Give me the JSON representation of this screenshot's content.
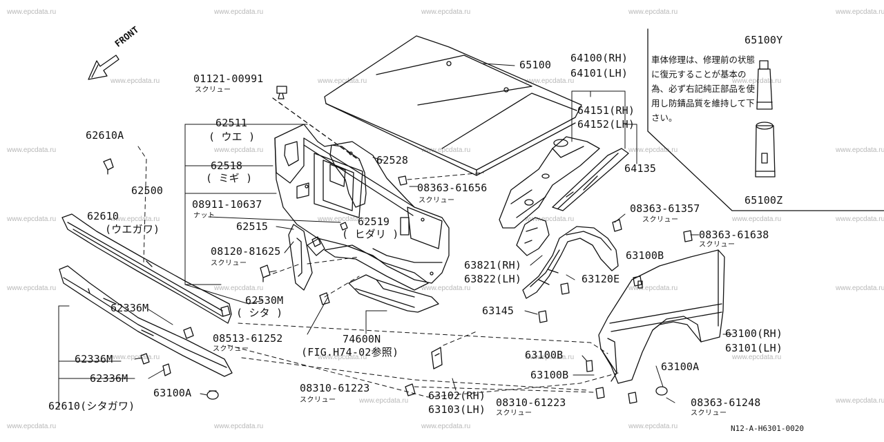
{
  "watermarks": [
    "www.epcdata.ru",
    "www.epcdata.ru",
    "www.epcdata.ru",
    "www.epcdata.ru",
    "www.epcdata.ru",
    "www.epcdata.ru",
    "www.epcdata.ru",
    "www.epcdata.ru",
    "www.epcdata.ru",
    "www.epcdata.ru",
    "www.epcdata.ru",
    "www.epcdata.ru",
    "www.epcdata.ru",
    "www.epcdata.ru",
    "www.epcdata.ru",
    "www.epcdata.ru",
    "www.epcdata.ru",
    "www.epcdata.ru",
    "www.epcdata.ru",
    "www.epcdata.ru",
    "www.epcdata.ru",
    "www.epcdata.ru",
    "www.epcdata.ru",
    "www.epcdata.ru",
    "www.epcdata.ru",
    "www.epcdata.ru",
    "www.epcdata.ru",
    "www.epcdata.ru",
    "www.epcdata.ru",
    "www.epcdata.ru",
    "www.epcdata.ru",
    "www.epcdata.ru",
    "www.epcdata.ru",
    "www.epcdata.ru",
    "www.epcdata.ru"
  ],
  "front_label": "FRONT",
  "note_text": "車体修理は、修理前の状態に復元することが基本の為、必ず右記純正部品を使用し防錆品質を維持して下さい。",
  "diagram_code": "N12-A-H6301-0020",
  "parts": {
    "p01121": "01121-00991",
    "p01121_sub": "スクリュー",
    "p65100": "65100",
    "p64100": "64100(RH)",
    "p64101": "64101(LH)",
    "p64151": "64151(RH)",
    "p64152": "64152(LH)",
    "p64135": "64135",
    "p65100y": "65100Y",
    "p65100z": "65100Z",
    "p62610a": "62610A",
    "p62511": "62511",
    "p62511_sub": "( ウエ )",
    "p62518": "62518",
    "p62518_sub": "( ミギ )",
    "p62528": "62528",
    "p08363_61656": "08363-61656",
    "p08363_61656_sub": "スクリュー",
    "p62500": "62500",
    "p08911": "08911-10637",
    "p08911_sub": "ナット",
    "p62610": "62610",
    "p62610_sub": "(ウエガワ)",
    "p62515": "62515",
    "p62519": "62519",
    "p62519_sub": "( ヒダリ )",
    "p08363_61357": "08363-61357",
    "p08363_61357_sub": "スクリュー",
    "p08363_61638": "08363-61638",
    "p08363_61638_sub": "スクリュー",
    "p08120": "08120-81625",
    "p08120_sub": "スクリュー",
    "p63821": "63821(RH)",
    "p63822": "63822(LH)",
    "p63100b_1": "63100B",
    "p63120e": "63120E",
    "p62530m": "62530M",
    "p62530m_sub": "( シタ )",
    "p62336m_1": "62336M",
    "p63145": "63145",
    "p08513": "08513-61252",
    "p08513_sub": "スクリュー",
    "p74600n": "74600N",
    "p74600n_sub": "(FIG.H74-02参照)",
    "p63100_rh": "63100(RH)",
    "p63101_lh": "63101(LH)",
    "p62336m_2": "62336M",
    "p63100b_2": "63100B",
    "p63100a_1": "63100A",
    "p62336m_3": "62336M",
    "p63100b_3": "63100B",
    "p08310_1": "08310-61223",
    "p08310_1_sub": "スクリュー",
    "p63102": "63102(RH)",
    "p63103": "63103(LH)",
    "p08310_2": "08310-61223",
    "p08310_2_sub": "スクリュー",
    "p08363_61248": "08363-61248",
    "p08363_61248_sub": "スクリュー",
    "p63100a_2": "63100A",
    "p62610_lower": "62610(シタガワ)"
  }
}
